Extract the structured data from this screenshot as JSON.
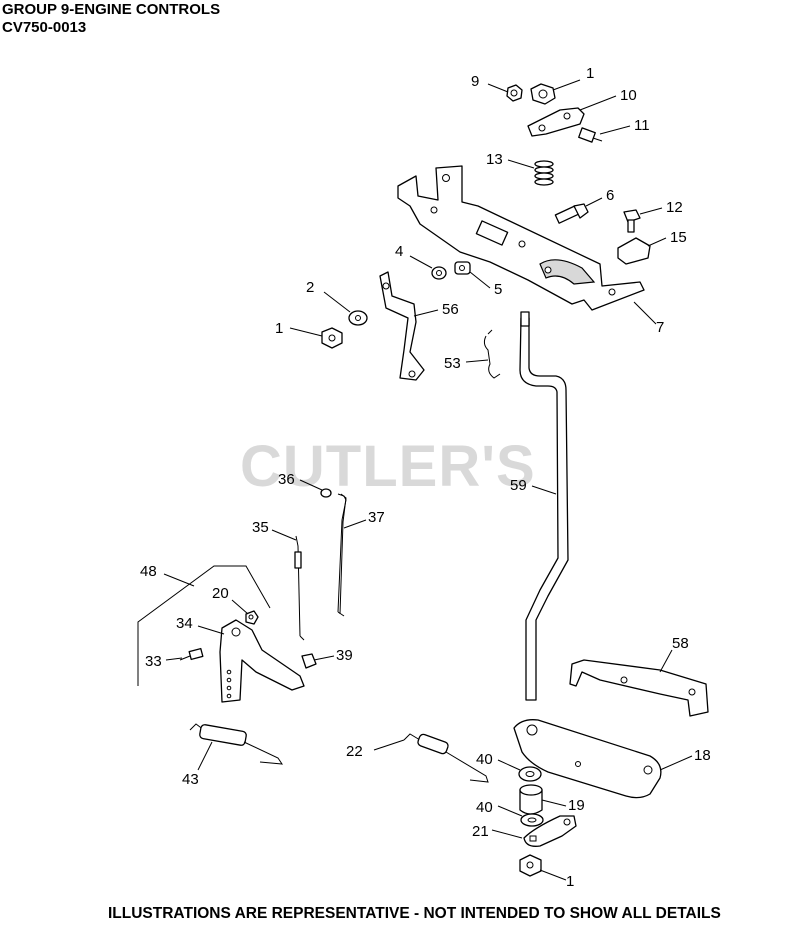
{
  "header": {
    "title": "GROUP 9-ENGINE CONTROLS",
    "model": "CV750-0013"
  },
  "watermark": "CUTLER'S",
  "footer": "ILLUSTRATIONS ARE REPRESENTATIVE - NOT INTENDED TO SHOW ALL DETAILS",
  "callouts": [
    "9",
    "1",
    "10",
    "11",
    "13",
    "6",
    "12",
    "15",
    "4",
    "5",
    "2",
    "56",
    "7",
    "1",
    "53",
    "36",
    "37",
    "59",
    "35",
    "48",
    "20",
    "34",
    "33",
    "39",
    "58",
    "22",
    "40",
    "18",
    "40",
    "19",
    "21",
    "1",
    "43"
  ]
}
